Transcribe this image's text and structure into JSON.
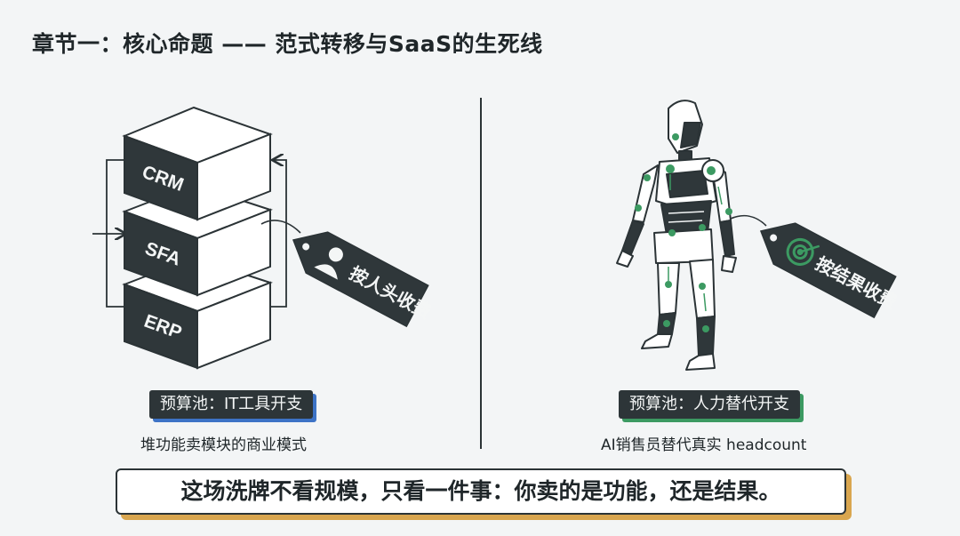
{
  "title": "章节一：核心命题 —— 范式转移与SaaS的生死线",
  "left": {
    "modules": [
      "CRM",
      "SFA",
      "ERP"
    ],
    "tag_text": "按人头收费",
    "tag_icon": "user-icon",
    "budget_badge": "预算池：IT工具开支",
    "caption": "堆功能卖模块的商业模式",
    "accent_color": "#3d73c6"
  },
  "right": {
    "tag_text": "按结果收费",
    "tag_icon": "target-icon",
    "budget_badge": "预算池：人力替代开支",
    "caption": "AI销售员替代真实 headcount",
    "accent_color": "#3c9a62"
  },
  "banner": "这场洗牌不看规模，只看一件事：你卖的是功能，还是结果。",
  "banner_accent_color": "#d9a64f"
}
